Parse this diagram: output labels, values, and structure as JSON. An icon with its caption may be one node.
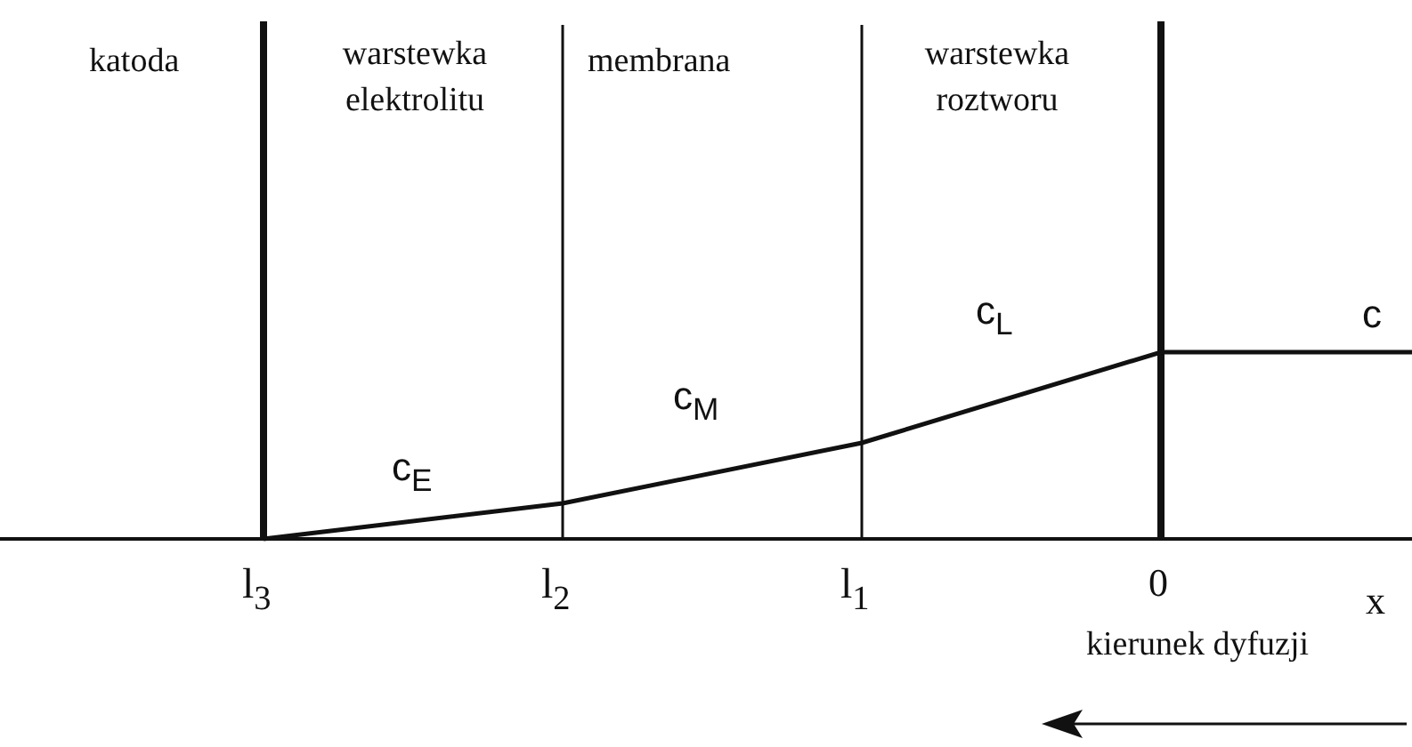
{
  "diagram": {
    "labels": [
      "katoda",
      "warstewka elektrolitu",
      "membrana",
      "warstewka roztworu",
      "c$_{E}$",
      "c$_{M}$",
      "c$_{L}$",
      "c",
      "l$_{3}$",
      "l$_{2}$",
      "l$_{1}$",
      "0",
      "x",
      "kierunek dyfuzji"
    ]
  }
}
